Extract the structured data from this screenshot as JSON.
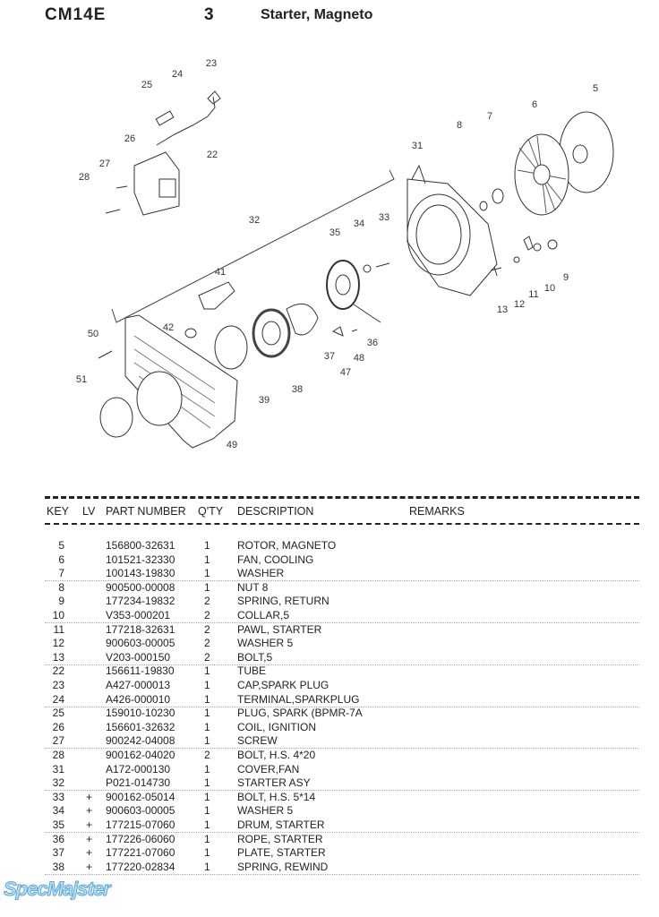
{
  "header": {
    "model": "CM14E",
    "section": "3",
    "title": "Starter, Magneto"
  },
  "diagram": {
    "callouts": [
      "23",
      "24",
      "25",
      "26",
      "27",
      "22",
      "28",
      "31",
      "8",
      "7",
      "6",
      "5",
      "32",
      "33",
      "34",
      "35",
      "41",
      "42",
      "50",
      "51",
      "9",
      "10",
      "11",
      "12",
      "13",
      "36",
      "37",
      "48",
      "47",
      "38",
      "39",
      "49"
    ]
  },
  "table": {
    "columns": [
      "KEY",
      "LV",
      "PART NUMBER",
      "Q'TY",
      "DESCRIPTION",
      "REMARKS"
    ],
    "rows": [
      {
        "key": "5",
        "lv": "",
        "part": "156800-32631",
        "qty": "1",
        "desc": "ROTOR, MAGNETO"
      },
      {
        "key": "6",
        "lv": "",
        "part": "101521-32330",
        "qty": "1",
        "desc": "FAN, COOLING"
      },
      {
        "key": "7",
        "lv": "",
        "part": "100143-19830",
        "qty": "1",
        "desc": "WASHER"
      },
      {
        "key": "8",
        "lv": "",
        "part": "900500-00008",
        "qty": "1",
        "desc": "NUT  8"
      },
      {
        "key": "9",
        "lv": "",
        "part": "177234-19832",
        "qty": "2",
        "desc": "SPRING, RETURN"
      },
      {
        "key": "10",
        "lv": "",
        "part": "V353-000201",
        "qty": "2",
        "desc": "COLLAR,5"
      },
      {
        "key": "11",
        "lv": "",
        "part": "177218-32631",
        "qty": "2",
        "desc": "PAWL, STARTER"
      },
      {
        "key": "12",
        "lv": "",
        "part": "900603-00005",
        "qty": "2",
        "desc": "WASHER  5"
      },
      {
        "key": "13",
        "lv": "",
        "part": "V203-000150",
        "qty": "2",
        "desc": "BOLT,5"
      },
      {
        "key": "22",
        "lv": "",
        "part": "156611-19830",
        "qty": "1",
        "desc": "TUBE"
      },
      {
        "key": "23",
        "lv": "",
        "part": "A427-000013",
        "qty": "1",
        "desc": "CAP,SPARK PLUG"
      },
      {
        "key": "24",
        "lv": "",
        "part": "A426-000010",
        "qty": "1",
        "desc": "TERMINAL,SPARKPLUG"
      },
      {
        "key": "25",
        "lv": "",
        "part": "159010-10230",
        "qty": "1",
        "desc": "PLUG, SPARK (BPMR-7A"
      },
      {
        "key": "26",
        "lv": "",
        "part": "156601-32632",
        "qty": "1",
        "desc": "COIL, IGNITION"
      },
      {
        "key": "27",
        "lv": "",
        "part": "900242-04008",
        "qty": "1",
        "desc": "SCREW"
      },
      {
        "key": "28",
        "lv": "",
        "part": "900162-04020",
        "qty": "2",
        "desc": "BOLT, H.S.  4*20"
      },
      {
        "key": "31",
        "lv": "",
        "part": "A172-000130",
        "qty": "1",
        "desc": "COVER,FAN"
      },
      {
        "key": "32",
        "lv": "",
        "part": "P021-014730",
        "qty": "1",
        "desc": "STARTER ASY"
      },
      {
        "key": "33",
        "lv": "+",
        "part": "900162-05014",
        "qty": "1",
        "desc": "BOLT, H.S.  5*14"
      },
      {
        "key": "34",
        "lv": "+",
        "part": "900603-00005",
        "qty": "1",
        "desc": "WASHER  5"
      },
      {
        "key": "35",
        "lv": "+",
        "part": "177215-07060",
        "qty": "1",
        "desc": "DRUM, STARTER"
      },
      {
        "key": "36",
        "lv": "+",
        "part": "177226-06060",
        "qty": "1",
        "desc": "ROPE, STARTER"
      },
      {
        "key": "37",
        "lv": "+",
        "part": "177221-07060",
        "qty": "1",
        "desc": "PLATE, STARTER"
      },
      {
        "key": "38",
        "lv": "+",
        "part": "177220-02834",
        "qty": "1",
        "desc": "SPRING, REWIND"
      }
    ]
  },
  "watermark": "SpecMajster"
}
